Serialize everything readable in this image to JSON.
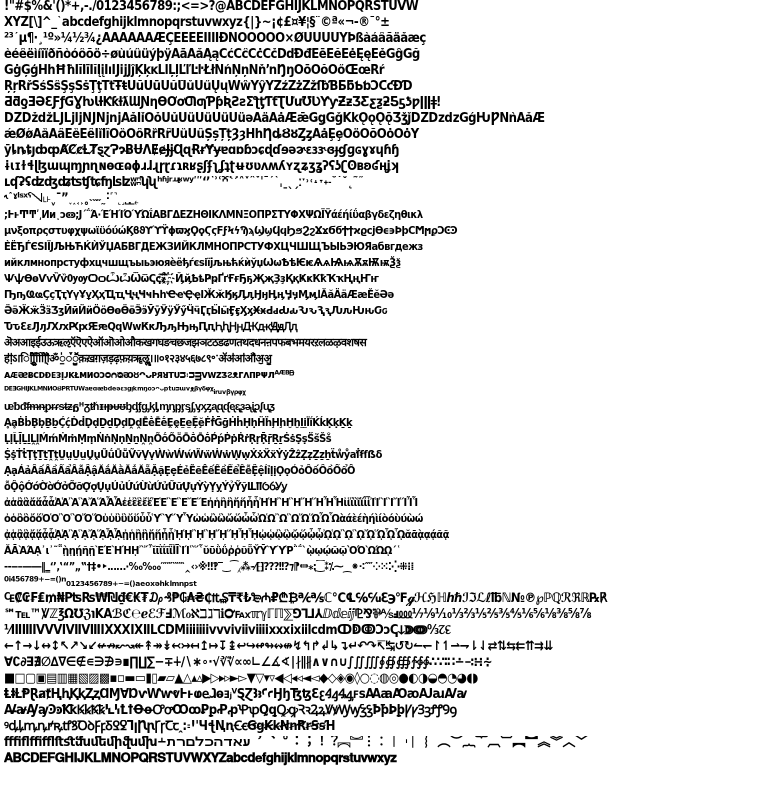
{
  "sheet": {
    "lines": [
      "!\"#$%&'()*+,-./0123456789:;<=>?@ABCDEFGHIJKLMNOPQRSTUVW",
      "XYZ[\\]^_`abcdefghijklmnopqrstuvwxyz{|}~¡¢£¤¥¦§¨©ª«¬-®¯°±",
      "²³´µ¶·¸¹º»¼½¾¿ÀÁÂÃÄÅÆÇÈÉÊËÌÍÎÏÐÑÒÓÔÕÖ×ØÙÚÛÜÝÞßàáâãäåæç",
      "èéêëìíîïðñòóôõö÷øùúûüýþÿĀāĂăĄąĆćĈĉĊċČčĎďĐđĒēĔĕĖėĘęĚěĜĝĞğ",
      "ĠġĢģĤĥĦħĨĩĪīĬĭĮįİıĲĳĴĵĶķĸĹĺĻļĽľĿŀŁłŃńŅņŇňŉŊŋŌōŎŏŐőŒœŔŕ",
      "ŖŗŘřŚśŜŝŞşŠšŢţŤťŦŧŨũŪūŬŭŮůŰűŲųŴŵŶŷŸŹźŻżŽžſƀƁƂƃƄƅƆƇƈƉƊ",
      "ƋƌƍƎƏƐƑƒƓƔƕƖƗƘƙƚƛƜƝƞƟƠơƢƣƤƥƦƧƨƩƪƫƬƭƮƯưƱƲƳƴƵƶƷƸƹƺƻƼƽƾƿǀǁǂǃ",
      "ǄǅǆǇǈǉǊǋǌǍǎǏǐǑǒǓǔǕǖǗǘǙǚǛǜǝǞǟǠǡǢǣǤǥǦǧǨǩǪǫǬǭǮǯǰǱǲǳǴǵǶǷǸǹǺǻǼ",
      "ǽǾǿȀȁȂȃȄȅȆȇȈȉȊȋȌȍȎȏȐȑȒȓȔȕȖȗȘșȚțȜȝȞȟȠȡȢȣȤȥȦȧȨȩȪȫȬȭȮȯȰȱȲ",
      "ȳȴȵȶȷȸȹȺȻȼȽȾȿɀɁɂɃɄɅɆɇɈɉɊɋɌɍɎɏɐɑɒɓɔɕɖɗɘəɚɛɜɝɞɟɠɡɢɣɤɥɦɧ",
      "ɨɩɪɫɬɭɮɯɰɱɲɳɴɵɶɷɸɹɺɻɼɽɾɿʀʁʂʃʄʅʆʇʈʉʊʋʌʍʎʏʐʑʒʓʔʕʖʗʘʙʚʛʜʝʞ",
      "ʟʠʡʢʣʤʥʦʧʨʩʪʫʬʭʮʯʰʱʲʳʴʵʶʷʸʹʺʻʼʽʾʿˀˁ˂˃˄˅ˆˇˈˉˊˋˌˍˎˏːˑ˒˓˔˕˖˗˘˙˚˛˜˝",
      "˞˟ˠˡˢˣˤ˥˦˧˨˩˪˫ˬ˭ˮ˯˰˱˲˳˴˵˶˷˸˹˺˻˼˽˾˿",
      ";ͰͱͲͳʹ͵Ͷͷͺͻͼͽ;Ϳ΄΅Ά·ΈΉΊΌΎΏΐΑΒΓΔΕΖΗΘΙΚΛΜΝΞΟΠΡΣΤΥΦΧΨΩΪΫάέήίΰαβγδεζηθικλ",
      "μνξοπρςστυφχψωϊϋόύώϏϐϑϒϓϔϕϖϗϘϙϚϛϜϝϞϟϠϡϢϣϤϥϦϧϨϩϪϫϬϭϮϯϰϱϲϳϴϵ϶ϷϸϹϺϻϼϽϾϿ",
      "ЀЁЂЃЄЅІЇЈЉЊЋЌЍЎЏАБВГДЕЖЗИЙКЛМНОПРСТУФХЦЧШЩЪЫЬЭЮЯабвгдежз",
      "ийклмнопрстуфхцчшщъыьэюяѐёђѓєѕіїјљњћќѝўџѠѡѢѣѤѥѦѧѨѩѪѫѬѭѮѯ",
      "ѰѱѲѳѴѵѶѷѸѹѺѻѼѽѾѿҀҁ҂҃҄҅҆҇҈҉ҊҋҌҍҎҏҐґҒғҔҕҖҗҘҙҚқҜҝҞҟҠҡҢңҤҥ",
      "ҦҧҨҩҪҫҬҭҮүҰұҲҳҴҵҶҷҸҹҺһҼҽҾҿӀӁӂӃӄӅӆӇӈӉӊӋӌӍӎӏӐӑӒӓӔӕӖӗӘә",
      "ӚӛӜӝӞӟӠӡӢӣӤӥӦӧӨөӪӫӬӭӮӯӰӱӲӳӴӵӶӷӸӹӺӻӼӽӾӿԀԁԂԃԄԅԆԇԈԉԊԋԌԍ",
      "ԎԏԐԑԒԓԔԕԖԗԘԙԚԛԜԝԞԟԠԡԢԣԤԥԦԧԨԩԪԫԬԭԮԯ",
      "ऄअआइईउऊऋऌऍऎएऐऑऒओऔकखगघङचछजझञटठडढणतथदधनऩपफबभमयरऱलळऴवशषस",
      "हऺऻ़ऽािीुूृॄॅॆेैॉॊोौ्ॎॏॐ॒॑॓॔ॕॖॗक़ख़ग़ज़ड़ढ़फ़य़ॠॡॢॣ।॥०१२३४५६७८९॰ॱॲॳॴॵॶॷ",
      "ᴀᴁᴂᴃᴄᴅᴆᴇᴈᴉᴊᴋᴌᴍᴎᴏᴐᴑᴒᴓᴔᴕᴖᴗᴘᴙᴚᴛᴜᴝᴞᴟᴠᴡᴢᴣᴤᴥᴦᴧᴨᴩᴪᴫᴬᴭᴮᴯ",
      "ᴰᴱᴲᴳᴴᴵᴶᴷᴸᴹᴺᴻᴼᴽᴾᴿᵀᵁᵂᵃᵄᵅᵆᵇᵈᵉᵊᵋᵌᵍᵎᵏᵐᵑᵒᵓᵔᵕᵖᵗᵘᵙᵚᵛᵜᵝᵞᵟᵠᵡᵢᵣᵤᵥᵦᵧᵨᵩᵪ",
      "ᵫᵬᵭᵮᵯᵰᵱᵲᵳᵴᵵᵶᵷᵸᵹᵺᵻᵼᵽᵾᵿᶀᶁᶂᶃᶄᶅᶆᶇᶈᶉᶊᶋᶌᶍᶎᶏᶐᶑᶒᶓᶔᶕᶖᶗᶘᶙᶚ",
      "ḀḁḂḃḄḅḆḇḈḉḊḋḌḍḎḏḐḑḒḓḔḕḖḗḘḙḚḛḜḝḞḟḠḡḢḣḤḥḦḧḨḩḪḫḬḭḮḯḰḱḲḳḴḵ",
      "ḶḷḸḹḺḻḼḽḾḿṀṁṂṃṄṅṆṇṈṉṊṋṌṍṎṏṐṑṒṓṔṕṖṗṘṙṚṛṜṝṞṟṠṡṢṣṤṥṦṧ",
      "ṨṩṪṫṬṭṮṯṰṱṲṳṴṵṶṷṸṹṺṻṼṽṾṿẀẁẂẃẄẅẆẇẈẉẊẋẌẍẎẏẐẑẒẓẔẕẖẗẘẙẚẛẜẝẞẟ",
      "ẠạẢảẤấẦầẨẩẪẫẬậẮắẰằẲẳẴẵẶặẸẹẺẻẼẽẾếỀềỂểỄễỆệỈỉỊịỌọỎỏỐốỒồỔổỖ",
      "ỗỘộỚớỜờỞởỠỡỢợỤụỦủỨứỪừỬửỮữỰựỲỳỴỵỶỷỸỹỺỻỼỽỾỿ",
      "ἀἁἂἃἄἅἆἇἈἉἊἋἌἍἎἏἐἑἒἓἔἕἘἙἚἛἜἝἠἡἢἣἤἥἦἧἨἩἪἫἬἭἮἯἰἱἲἳἴἵἶἷἸἹἺἻἼἽἾἿ",
      "ὀὁὂὃὄὅὈὉὊὋὌὍὐὑὒὓὔὕὖὗὙὛὝὟὠὡὢὣὤὥὦὧὨὩὪὫὬὭὮὯὰάὲέὴήὶίὸόὺύὼώ",
      "ᾀᾁᾂᾃᾄᾅᾆᾇᾈᾉᾊᾋᾌᾍᾎᾏᾐᾑᾒᾓᾔᾕᾖᾗᾘᾙᾚᾛᾜᾝᾞᾟᾠᾡᾢᾣᾤᾥᾦᾧᾨᾩᾪᾫᾬᾭᾮᾯᾰᾱᾲᾳᾴᾶᾷ",
      "ᾸᾹᾺΆᾼ᾽ι᾿῀῁ῂῃῄῆῇῈΈῊΉῌ῍῎῏ῐῑῒΐῖῗῘῙῚΊ῝῞῟ῠῡῢΰῤῥῦῧῨῩῪΎῬ῭΅`ῲῳῴῶῷῸΌῺΏῼ´῾",
      "‐‑‒–—―‖‗‘’‚‛“”„‟†‡•‣․‥…‧‰‱′″‴‵‶‷‸‹›※‼‽‾‿⁀⁁⁂⁃⁄⁅⁆⁇⁈⁉⁊⁋⁌⁍⁎⁏⁐⁑⁒⁓⁔⁕⁖⁗⁘⁙⁚⁛⁜⁝⁞",
      "⁰ⁱ⁴⁵⁶⁷⁸⁹⁺⁻⁼⁽⁾ⁿ₀₁₂₃₄₅₆₇₈₉₊₋₌₍₎ₐₑₒₓₔₕₖₗₘₙₚₛₜ",
      "₠₡₢₣₤₥₦₧₨₩₪₫€₭₮₯₰₱₲₳₴₵₶₷₸₹₺₻₼₽₾₿℀℁ℂ℃℄℅℆ℇ℈℉ℊℋℌℍℎℏℐℑℒℓ℔ℕ№℗℘ℙℚℛℜℝ℞℟",
      "℠℡™℣ℤ℥Ω℧ℨ℩KÅℬℭ℮ℯℰℱℲℳℴℵℶℷℸℹ℺℻ℼℽℾℿ⅀⅁⅂⅃⅄ⅅⅆⅇⅈⅉ⅊⅋⅌⅍ⅎ⅏⅐⅑⅒⅓⅔⅕⅖⅗⅘⅙⅚⅛⅜⅝⅞",
      "⅟ⅠⅡⅢⅣⅤⅥⅦⅧⅨⅩⅪⅫⅬⅭⅮⅯⅰⅱⅲⅳⅴⅵⅶⅷⅸⅹⅺⅻⅼⅽⅾⅿↀↁↂↃↄↅↆↇↈ↉↊↋",
      "←↑→↓↔↕↖↗↘↙↚↛↜↝↞↟↠↡↢↣↤↥↦↧↨↩↪↫↬↭↮↯↰↱↲↳↴↵↶↷↸↹↺↻↼↽↾↿⇀⇁⇂⇃⇄⇅⇆⇇⇈⇉⇊",
      "∀∁∂∃∄∅∆∇∈∉∊∋∌∍∎∏∐∑−∓∔∕∖∗∘∙√∛∜∝∞∟∠∡∢∣∤∥∦∧∨∩∪∫∬∭∮∯∰∱∲∳∴∵∶∷∸∹∺∻",
      "■□▢▣▤▥▦▧▨▩▪▫▬▭▮▯▰▱▲△▴▵▶▷▸▹►▻▼▽▾▿◀◁◂◃◄◅◆◇◈◉◊○◌◍◎●◐◑◒◓◔◕◖◗",
      "ⱠⱡⱢⱣⱤⱥⱦⱧⱨⱩⱪⱫⱬⱭⱮⱯⱰⱱⱲⱳⱴⱵⱶⱷⱸⱹⱺⱻⱼⱽⱾⱿꜢꜣꜤꜥꜦꜧꜨꜩꜪꜫꜬꜭꜮꜯꜰꜱꜲꜳꜴꜵꜶꜷꜸꜹ",
      "ꜺꜻꜼꜽꜾꜿꝀꝁꝂꝃꝄꝅꝆꝇꝈꝉꝊꝋꝌꝍꝎꝏꝐꝑꝒꝓꝔꝕꝖꝗꝘꝙꝚꝛꝜꝝꝞꝟꝠꝡꝢꝣꝤꝥꝦꝧꝨꝩꝪꝫꝬꝭꝮꝯ",
      "ꝰꝱꝲꝳꝴꝵꝶꝷꝸꝹꝺꝻꝼꝽꝾꝿꞀꞁꞂꞃꞄꞅꞆꞇꞈ꞉꞊ꞋꞌꞍꞎꞐꞑꞒꞓꞠꞡꞢꞣꞤꞥꞦꞧꞨꞩꞪ",
      "ﬀﬁﬂﬃﬄﬅﬆﬓﬔﬕﬖﬗ﬩ﬠﬡﬢﬣﬤﬥﬦﬧﬨ︐︑︒︓︔︕︖︗︘︙︰︱︲︳︴︵︶︷︸︹︺︻︼︽︾︿﹀",
      "𝐀𝐁𝐂𝐃𝐄𝐅𝐆𝐇𝐈𝐉𝐊𝐋𝐌𝐍𝐎𝐏𝐐𝐑𝐒𝐓𝐔𝐕𝐖𝐗𝐘𝐙𝐚𝐛𝐜𝐝𝐞𝐟𝐠𝐡𝐢𝐣𝐤𝐥𝐦𝐧𝐨𝐩𝐪𝐫𝐬𝐭𝐮𝐯𝐰𝐱𝐲𝐳"
    ]
  }
}
